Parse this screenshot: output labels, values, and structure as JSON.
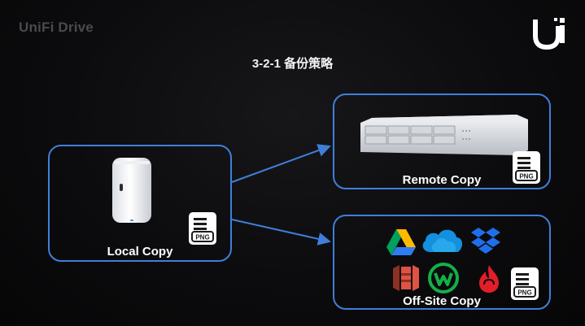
{
  "header": {
    "brand": "UniFi Drive",
    "title": "3-2-1 备份策略"
  },
  "local": {
    "label": "Local Copy",
    "badge": "PNG"
  },
  "remote": {
    "label": "Remote Copy",
    "badge": "PNG"
  },
  "offsite": {
    "label": "Off-Site Copy",
    "badge": "PNG",
    "services": [
      {
        "icon": "google-drive-icon"
      },
      {
        "icon": "onedrive-icon"
      },
      {
        "icon": "dropbox-icon"
      },
      {
        "icon": "aws-s3-icon"
      },
      {
        "icon": "wasabi-icon"
      },
      {
        "icon": "backblaze-icon"
      }
    ]
  },
  "colors": {
    "accent": "#3f7fd9",
    "background": "#0b0b0d",
    "brand_text": "#4a4a4f"
  }
}
